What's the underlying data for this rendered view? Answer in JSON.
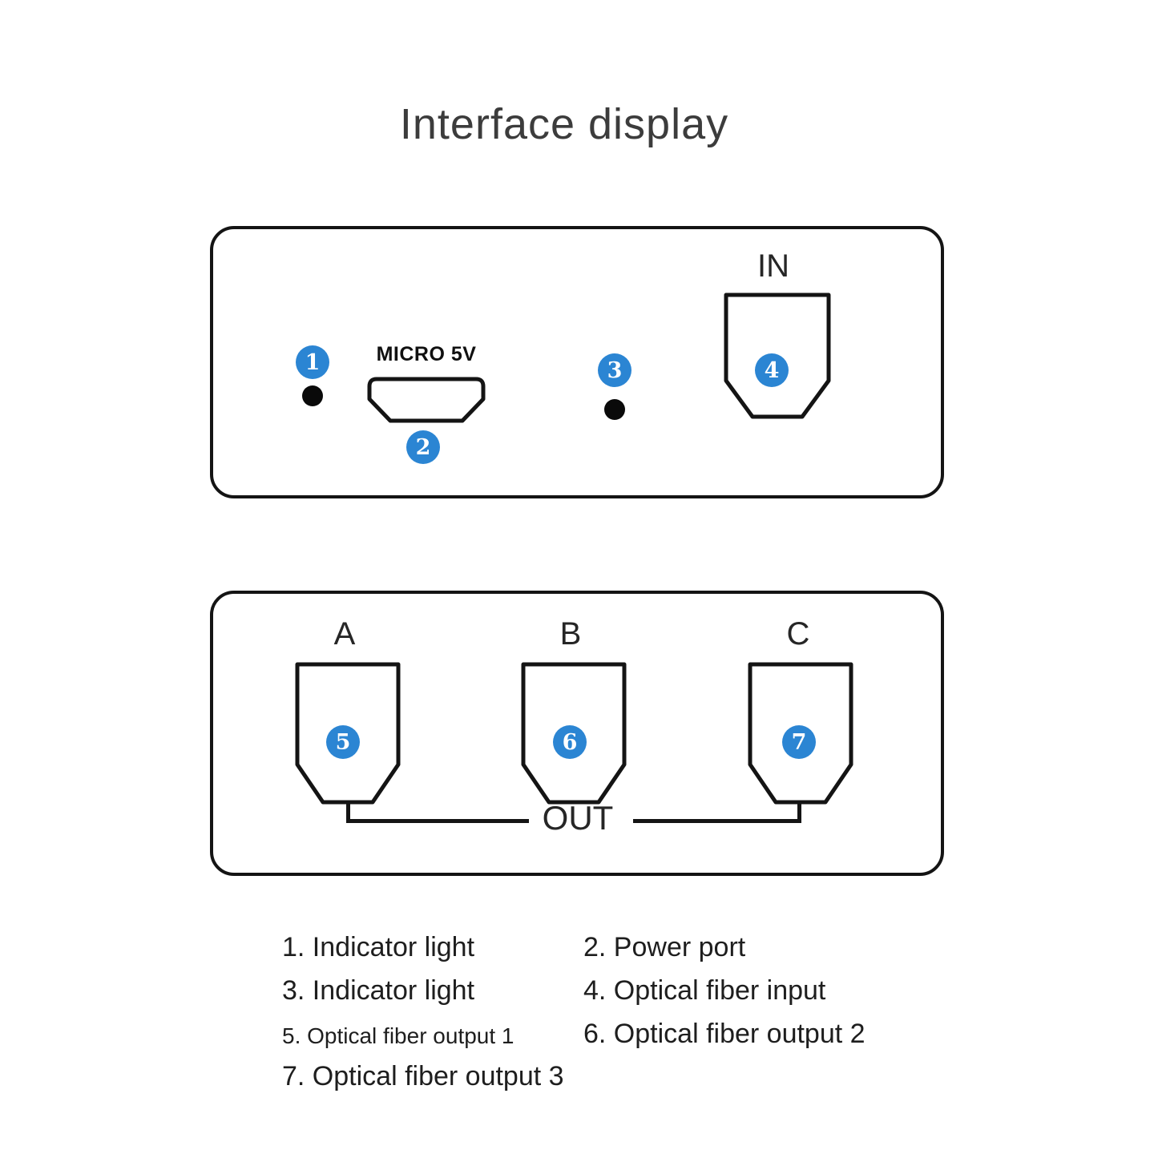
{
  "title": "Interface display",
  "colors": {
    "badge": "#2b85d3",
    "line": "#141414",
    "text": "#1e1e1e"
  },
  "top_panel": {
    "power_port_label": "MICRO 5V",
    "input_label": "IN",
    "badges": [
      "1",
      "2",
      "3",
      "4"
    ]
  },
  "bottom_panel": {
    "output_labels": [
      "A",
      "B",
      "C"
    ],
    "out_label": "OUT",
    "badges": [
      "5",
      "6",
      "7"
    ]
  },
  "legend": {
    "items": [
      "1. Indicator light",
      "2. Power port",
      "3. Indicator light",
      "4. Optical fiber input",
      "5. Optical fiber output 1",
      "6. Optical fiber output 2",
      "7. Optical fiber output 3"
    ]
  }
}
